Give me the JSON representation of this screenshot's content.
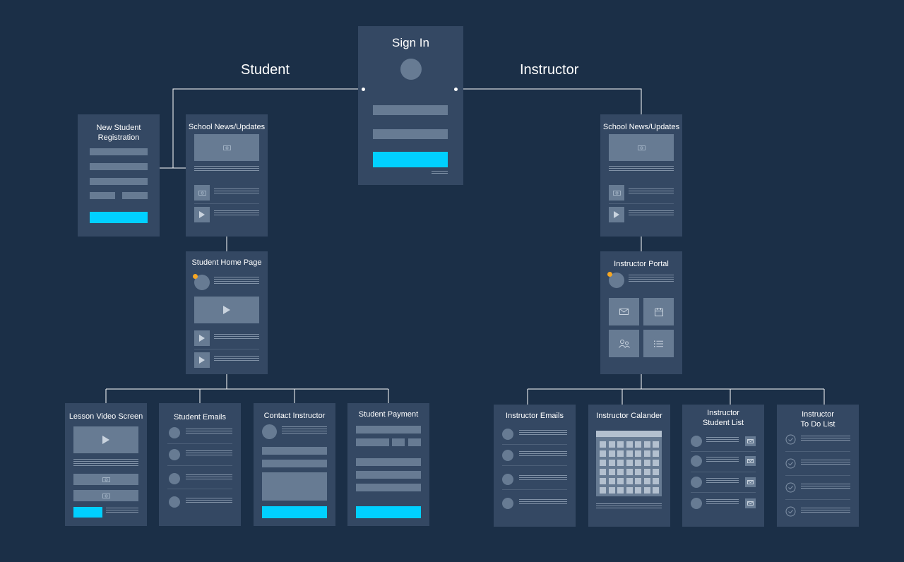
{
  "labels": {
    "student": "Student",
    "instructor": "Instructor"
  },
  "screens": {
    "sign_in": "Sign In",
    "new_student": "New Student\nRegistration",
    "school_news_student": "School News/Updates",
    "school_news_instructor": "School News/Updates",
    "student_home": "Student Home Page",
    "instructor_portal": "Instructor Portal",
    "lesson_video": "Lesson Video Screen",
    "student_emails": "Student Emails",
    "contact_instructor": "Contact Instructor",
    "student_payment": "Student Payment",
    "instructor_emails": "Instructor Emails",
    "instructor_calendar": "Instructor Calander",
    "instructor_student_list": "Instructor\nStudent List",
    "instructor_todo": "Instructor\nTo Do List"
  },
  "colors": {
    "background": "#1b2f47",
    "card": "#344863",
    "placeholder": "#677b93",
    "accent": "#00d0ff",
    "notification": "#f5a623",
    "connector": "#ffffff"
  }
}
